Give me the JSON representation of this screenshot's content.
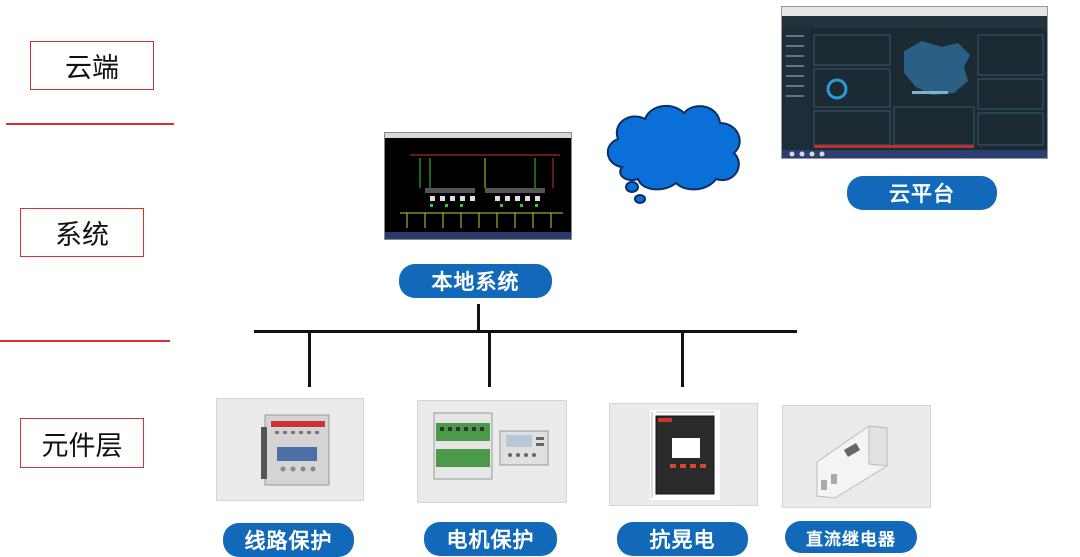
{
  "layers": {
    "cloud": "云端",
    "system": "系统",
    "component": "元件层"
  },
  "nodes": {
    "local_system": "本地系统",
    "cloud_platform": "云平台"
  },
  "devices": [
    {
      "label": "线路保护"
    },
    {
      "label": "电机保护"
    },
    {
      "label": "抗晃电"
    },
    {
      "label": "直流继电器"
    }
  ],
  "colors": {
    "accent": "#1269b9",
    "divider": "#d9312b",
    "cloud_fill": "#0a6fd6"
  }
}
